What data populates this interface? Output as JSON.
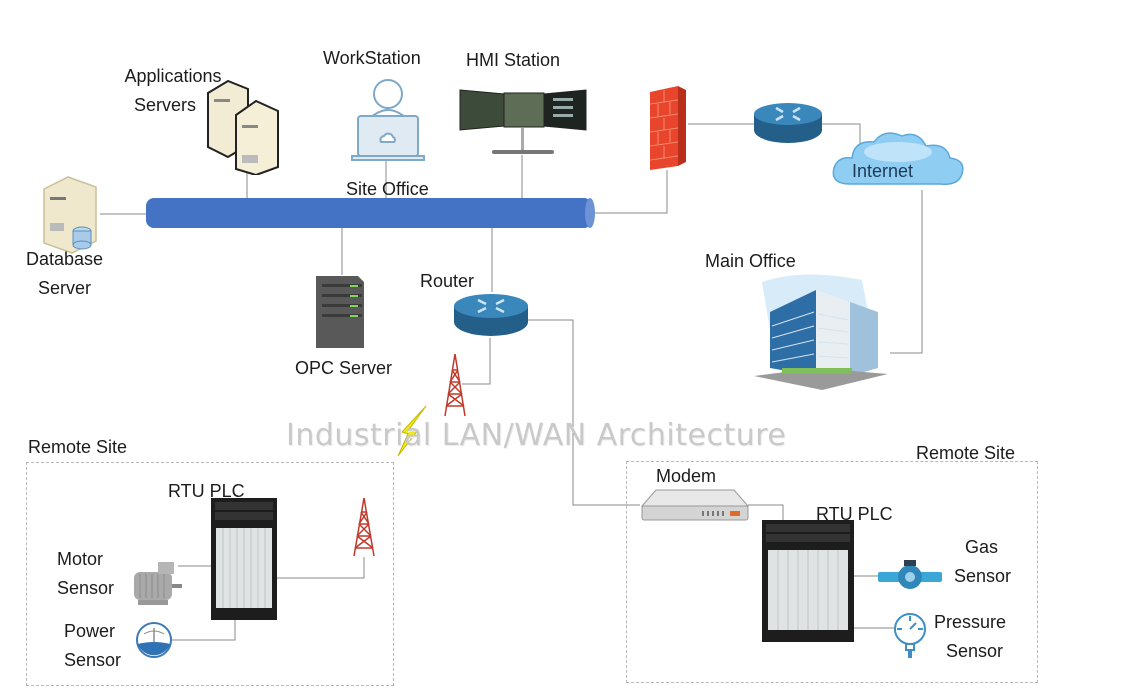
{
  "diagram": {
    "title": "Industrial LAN/WAN Architecture",
    "colors": {
      "backbone": "#4472c4",
      "router": "#2f6f9f",
      "firewall": "#e8452c",
      "cloud": "#7ec3ef",
      "wire": "#8a8a8a",
      "tower": "#c0392b",
      "lightning": "#e6e600"
    },
    "site_office": {
      "label": "Site Office",
      "nodes": {
        "app_servers": {
          "line1": "Applications",
          "line2": "Servers",
          "icon": "server-tower-icon"
        },
        "workstation": {
          "label": "WorkStation",
          "icon": "user-laptop-icon"
        },
        "hmi_station": {
          "label": "HMI Station",
          "icon": "monitor-icon"
        },
        "database_server": {
          "line1": "Database",
          "line2": "Server",
          "icon": "database-server-icon"
        },
        "opc_server": {
          "label": "OPC Server",
          "icon": "rack-server-icon"
        },
        "router": {
          "label": "Router",
          "icon": "router-icon"
        }
      }
    },
    "wan": {
      "firewall": {
        "icon": "firewall-icon"
      },
      "edge_router": {
        "icon": "router-icon"
      },
      "internet": {
        "label": "Internet",
        "icon": "cloud-icon"
      },
      "main_office": {
        "label": "Main Office",
        "icon": "building-icon"
      }
    },
    "remote_site_left": {
      "label": "Remote Site",
      "rtu": {
        "label": "RTU PLC"
      },
      "motor_sensor": {
        "line1": "Motor",
        "line2": "Sensor"
      },
      "power_sensor": {
        "line1": "Power",
        "line2": "Sensor"
      }
    },
    "remote_site_right": {
      "label": "Remote Site",
      "modem": {
        "label": "Modem"
      },
      "rtu": {
        "label": "RTU PLC"
      },
      "gas_sensor": {
        "line1": "Gas",
        "line2": "Sensor"
      },
      "pressure_sensor": {
        "line1": "Pressure",
        "line2": "Sensor"
      }
    }
  }
}
